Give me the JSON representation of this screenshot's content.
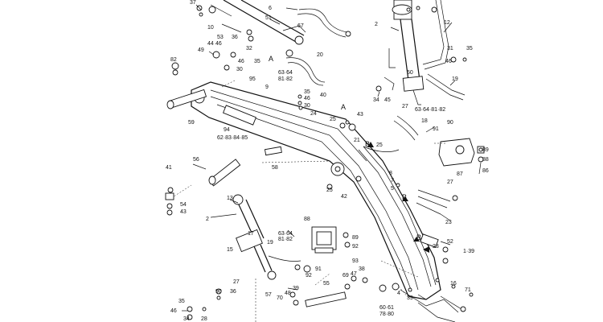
{
  "diagram": {
    "labels": [
      {
        "id": "l37",
        "text": "37"
      },
      {
        "id": "l6",
        "text": "6"
      },
      {
        "id": "l51",
        "text": "51"
      },
      {
        "id": "l67",
        "text": "67"
      },
      {
        "id": "l10",
        "text": "10"
      },
      {
        "id": "l36",
        "text": "36"
      },
      {
        "id": "l46",
        "text": "46"
      },
      {
        "id": "l32",
        "text": "32"
      },
      {
        "id": "l53",
        "text": "53"
      },
      {
        "id": "l44",
        "text": "44"
      },
      {
        "id": "l49",
        "text": "49"
      },
      {
        "id": "l35a",
        "text": "35"
      },
      {
        "id": "lA1",
        "text": "A"
      },
      {
        "id": "l20",
        "text": "20"
      },
      {
        "id": "l82",
        "text": "82"
      },
      {
        "id": "l46b",
        "text": "46"
      },
      {
        "id": "l30",
        "text": "30"
      },
      {
        "id": "l95",
        "text": "95"
      },
      {
        "id": "l9",
        "text": "9"
      },
      {
        "id": "l6364a",
        "text": "63·64"
      },
      {
        "id": "l8182a",
        "text": "81·82"
      },
      {
        "id": "l2a",
        "text": "2"
      },
      {
        "id": "l12",
        "text": "12"
      },
      {
        "id": "l31",
        "text": "31"
      },
      {
        "id": "l46c",
        "text": "46"
      },
      {
        "id": "l35b",
        "text": "35"
      },
      {
        "id": "l50",
        "text": "50"
      },
      {
        "id": "l19",
        "text": "19"
      },
      {
        "id": "l34",
        "text": "34"
      },
      {
        "id": "l45",
        "text": "45"
      },
      {
        "id": "l27a",
        "text": "27"
      },
      {
        "id": "l6364b",
        "text": "63·64·81·82"
      },
      {
        "id": "l35c",
        "text": "35"
      },
      {
        "id": "l46d",
        "text": "46"
      },
      {
        "id": "l30b",
        "text": "30"
      },
      {
        "id": "l40",
        "text": "40"
      },
      {
        "id": "lA2",
        "text": "A"
      },
      {
        "id": "l59",
        "text": "59"
      },
      {
        "id": "l94",
        "text": "94"
      },
      {
        "id": "l628385",
        "text": "62·83·84·85"
      },
      {
        "id": "l24",
        "text": "24"
      },
      {
        "id": "l25a",
        "text": "25"
      },
      {
        "id": "l43a",
        "text": "43"
      },
      {
        "id": "l18",
        "text": "18"
      },
      {
        "id": "l91",
        "text": "91"
      },
      {
        "id": "l90",
        "text": "90"
      },
      {
        "id": "lB1",
        "text": "B"
      },
      {
        "id": "l21",
        "text": "21"
      },
      {
        "id": "l25b",
        "text": "25"
      },
      {
        "id": "l89",
        "text": "89"
      },
      {
        "id": "l88a",
        "text": "88"
      },
      {
        "id": "l86",
        "text": "86"
      },
      {
        "id": "l41",
        "text": "41"
      },
      {
        "id": "l56",
        "text": "56"
      },
      {
        "id": "l58",
        "text": "58"
      },
      {
        "id": "l8",
        "text": "8"
      },
      {
        "id": "l87",
        "text": "87"
      },
      {
        "id": "l27b",
        "text": "27"
      },
      {
        "id": "l25c",
        "text": "25"
      },
      {
        "id": "l42",
        "text": "42"
      },
      {
        "id": "l13",
        "text": "13"
      },
      {
        "id": "l54",
        "text": "54"
      },
      {
        "id": "l43b",
        "text": "43"
      },
      {
        "id": "l2b",
        "text": "2"
      },
      {
        "id": "lB2",
        "text": "B"
      },
      {
        "id": "l23a",
        "text": "23"
      },
      {
        "id": "l88b",
        "text": "88"
      },
      {
        "id": "l6364c",
        "text": "63·64"
      },
      {
        "id": "l8182b",
        "text": "81·82"
      },
      {
        "id": "l17",
        "text": "17"
      },
      {
        "id": "l19b",
        "text": "19"
      },
      {
        "id": "l15",
        "text": "15"
      },
      {
        "id": "l89b",
        "text": "89"
      },
      {
        "id": "l92a",
        "text": "92"
      },
      {
        "id": "l93",
        "text": "93"
      },
      {
        "id": "lB3",
        "text": "B"
      },
      {
        "id": "l23b",
        "text": "23"
      },
      {
        "id": "l52",
        "text": "52"
      },
      {
        "id": "l139",
        "text": "1·39"
      },
      {
        "id": "l27c",
        "text": "27"
      },
      {
        "id": "l92b",
        "text": "92"
      },
      {
        "id": "l91b",
        "text": "91"
      },
      {
        "id": "l90b",
        "text": "90"
      },
      {
        "id": "l38",
        "text": "38"
      },
      {
        "id": "l69",
        "text": "69"
      },
      {
        "id": "l47",
        "text": "47"
      },
      {
        "id": "l55",
        "text": "55"
      },
      {
        "id": "l36b",
        "text": "36"
      },
      {
        "id": "l39a",
        "text": "39"
      },
      {
        "id": "l48",
        "text": "48"
      },
      {
        "id": "l57",
        "text": "57"
      },
      {
        "id": "l70",
        "text": "70"
      },
      {
        "id": "l16",
        "text": "16"
      },
      {
        "id": "l71",
        "text": "71"
      },
      {
        "id": "l4",
        "text": "4"
      },
      {
        "id": "l39b",
        "text": "39"
      },
      {
        "id": "l6061",
        "text": "60·61"
      },
      {
        "id": "l7880",
        "text": "78·80"
      },
      {
        "id": "l35d",
        "text": "35"
      },
      {
        "id": "l46e",
        "text": "46"
      },
      {
        "id": "l34b",
        "text": "34"
      },
      {
        "id": "l28",
        "text": "28"
      },
      {
        "id": "l5",
        "text": "5"
      },
      {
        "id": "l7",
        "text": "7"
      }
    ]
  }
}
